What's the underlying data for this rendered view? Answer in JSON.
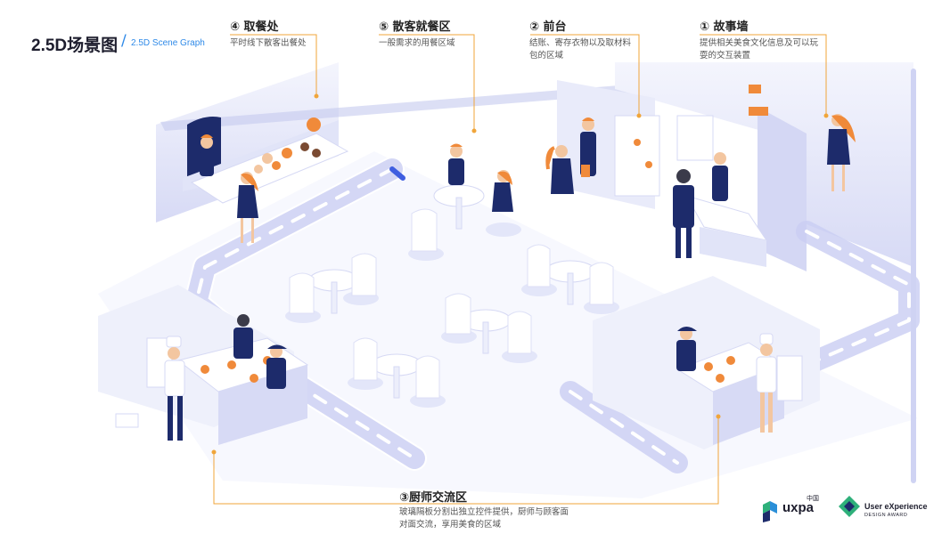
{
  "header": {
    "title": "2.5D场景图",
    "slash": "/",
    "subtitle": "2.5D Scene Graph"
  },
  "annotations": {
    "pickup": {
      "heading": "④ 取餐处",
      "desc": "平时线下散客出餐处"
    },
    "dining": {
      "heading": "⑤ 散客就餐区",
      "desc": "一般需求的用餐区域"
    },
    "front": {
      "heading": "② 前台",
      "desc1": "结账、寄存衣物以及取材料",
      "desc2": "包的区域"
    },
    "story": {
      "heading": "① 故事墙",
      "desc1": "提供相关美食文化信息及可以玩",
      "desc2": "耍的交互装置"
    },
    "chef": {
      "heading": "③厨师交流区",
      "desc1": "玻璃隔板分割出独立控件提供，厨师与顾客面",
      "desc2": "对面交流，享用美食的区域"
    }
  },
  "logos": {
    "uxpa": "uxpa",
    "uxpa_cn": "中国",
    "ux_title": "User eXperience",
    "ux_sub": "DESIGN AWARD"
  },
  "colors": {
    "accent": "#2f8ae8",
    "leader": "#f0a53a",
    "floor": "#eef0fb",
    "wall": "#dcdff6",
    "navy": "#1d2b6b",
    "orange": "#f08a3a"
  }
}
